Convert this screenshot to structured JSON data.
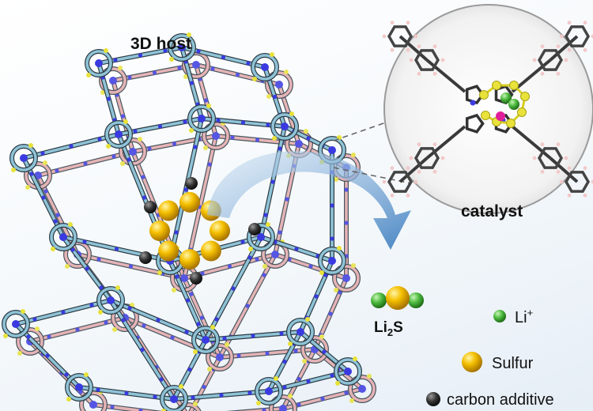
{
  "diagram": {
    "title": "3D host",
    "catalyst_label": "catalyst",
    "li2s": {
      "base": "Li",
      "sub": "2",
      "tail": "S"
    },
    "legend": [
      {
        "name": "li-ion",
        "label": "Li",
        "sup": "+",
        "color": "#3fae3a"
      },
      {
        "name": "sulfur",
        "label": "Sulfur",
        "sup": "",
        "color": "#f0b400"
      },
      {
        "name": "carbon-additive",
        "label": "carbon additive",
        "sup": "",
        "color": "#2a2a2a"
      }
    ],
    "colors": {
      "framework_blue": "#8fc3d6",
      "framework_pink": "#e3a8aa",
      "nitrogen": "#3a3ae0",
      "sulfur_atom": "#e8e23a",
      "arrow": "#5d95c8"
    }
  }
}
